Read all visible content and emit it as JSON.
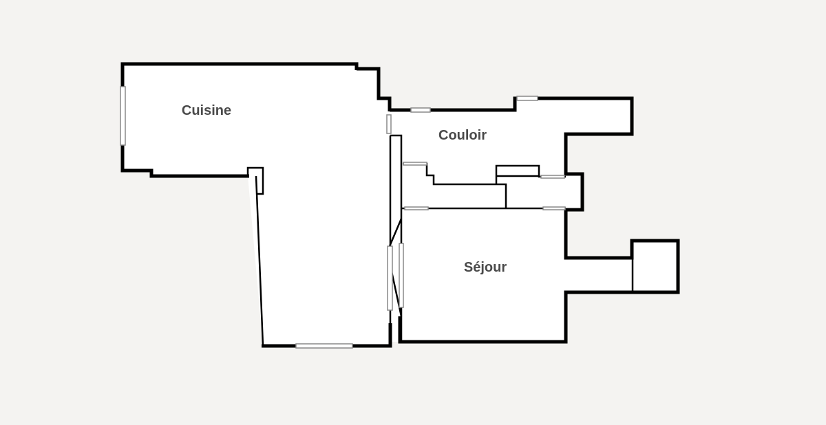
{
  "rooms": [
    {
      "label": "Cuisine"
    },
    {
      "label": "Couloir"
    },
    {
      "label": "Séjour"
    }
  ],
  "colors": {
    "background": "#f4f3f1",
    "wall": "#000000",
    "floor": "#ffffff",
    "label": "#4a4a4a"
  }
}
